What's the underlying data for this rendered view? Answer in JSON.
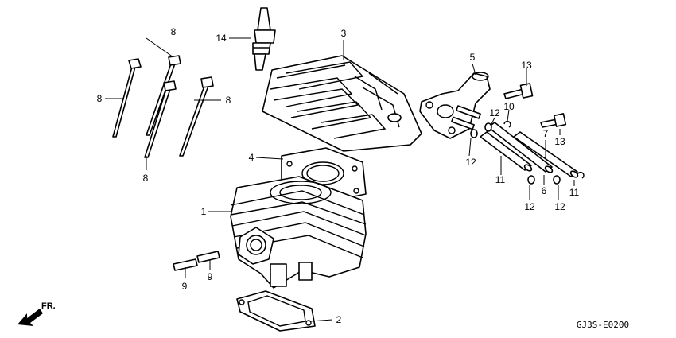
{
  "diagram": {
    "code": "GJ3S-E0200",
    "direction_label": "FR.",
    "callouts": [
      {
        "id": "c1",
        "text": "1"
      },
      {
        "id": "c2",
        "text": "2"
      },
      {
        "id": "c3",
        "text": "3"
      },
      {
        "id": "c4",
        "text": "4"
      },
      {
        "id": "c5",
        "text": "5"
      },
      {
        "id": "c6",
        "text": "6"
      },
      {
        "id": "c7",
        "text": "7"
      },
      {
        "id": "c8a",
        "text": "8"
      },
      {
        "id": "c8b",
        "text": "8"
      },
      {
        "id": "c8c",
        "text": "8"
      },
      {
        "id": "c8d",
        "text": "8"
      },
      {
        "id": "c9a",
        "text": "9"
      },
      {
        "id": "c9b",
        "text": "9"
      },
      {
        "id": "c10",
        "text": "10"
      },
      {
        "id": "c11a",
        "text": "11"
      },
      {
        "id": "c11b",
        "text": "11"
      },
      {
        "id": "c12a",
        "text": "12"
      },
      {
        "id": "c12b",
        "text": "12"
      },
      {
        "id": "c12c",
        "text": "12"
      },
      {
        "id": "c12d",
        "text": "12"
      },
      {
        "id": "c13a",
        "text": "13"
      },
      {
        "id": "c13b",
        "text": "13"
      },
      {
        "id": "c14",
        "text": "14"
      }
    ]
  }
}
